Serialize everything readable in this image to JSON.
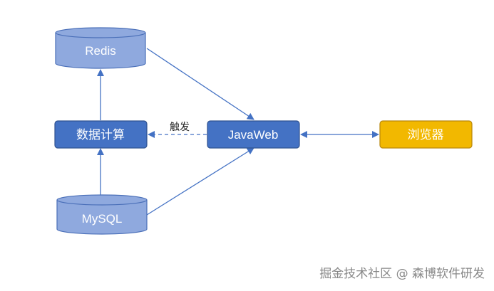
{
  "colors": {
    "cylinder_fill": "#8fa9de",
    "cylinder_stroke": "#4a6fb8",
    "box_fill": "#4472c4",
    "box_stroke": "#2f528f",
    "browser_fill": "#f2b800",
    "browser_stroke": "#b8860b",
    "edge": "#4472c4"
  },
  "nodes": {
    "redis": "Redis",
    "compute": "数据计算",
    "mysql": "MySQL",
    "javaweb": "JavaWeb",
    "browser": "浏览器"
  },
  "edges": {
    "trigger_label": "触发"
  },
  "watermark": "掘金技术社区 @ 森博软件研发"
}
